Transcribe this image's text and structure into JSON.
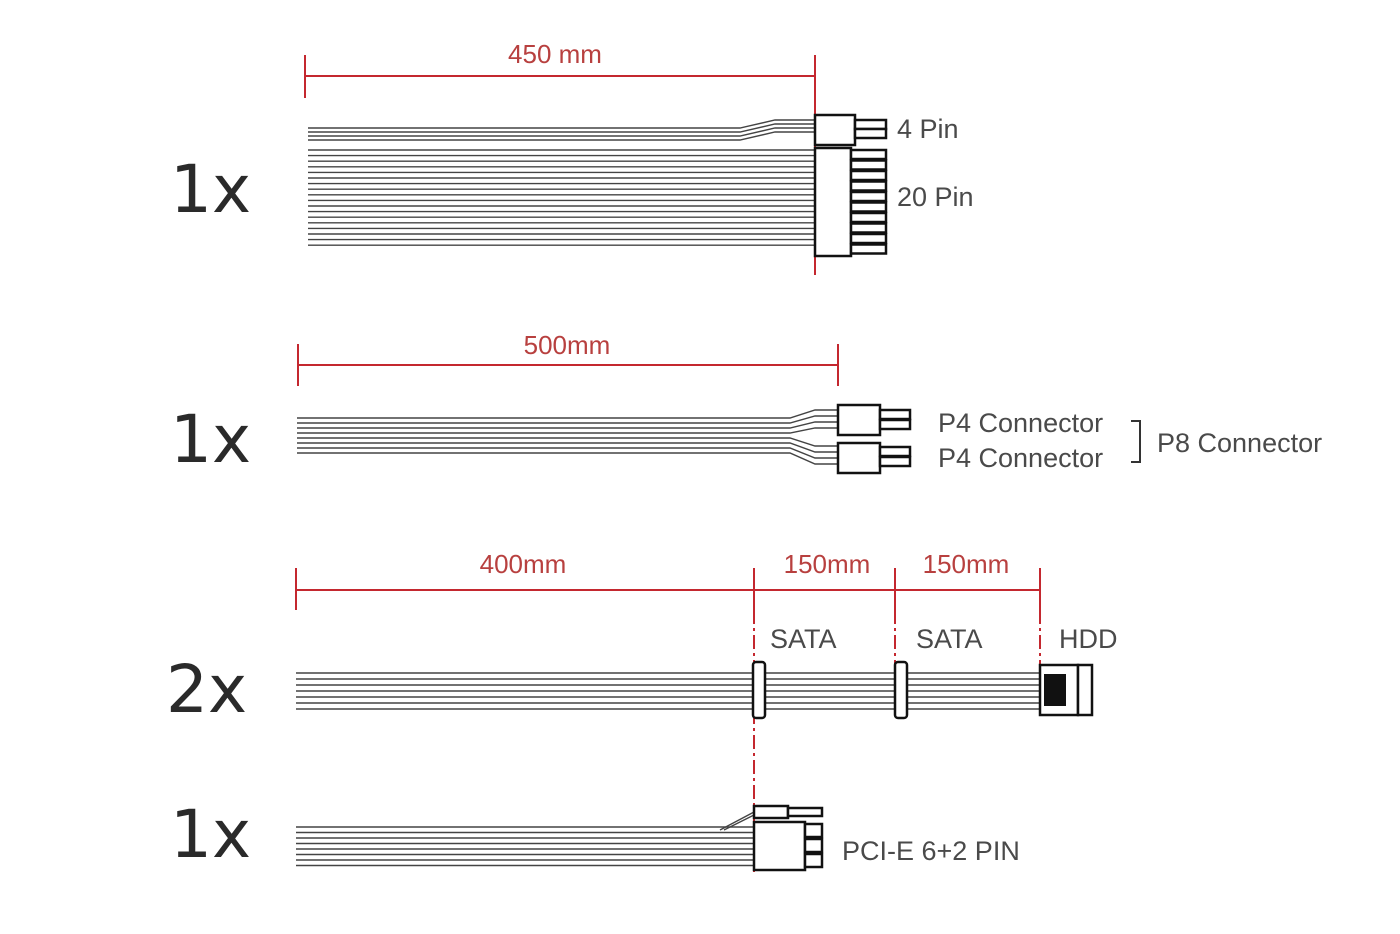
{
  "cables": [
    {
      "quantity": "1x",
      "dimensions": [
        "450 mm"
      ],
      "labels": [
        "4 Pin",
        "20 Pin"
      ]
    },
    {
      "quantity": "1x",
      "dimensions": [
        "500mm"
      ],
      "labels": [
        "P4 Connector",
        "P4 Connector",
        "P8 Connector"
      ]
    },
    {
      "quantity": "2x",
      "dimensions": [
        "400mm",
        "150mm",
        "150mm"
      ],
      "labels": [
        "SATA",
        "SATA",
        "HDD"
      ]
    },
    {
      "quantity": "1x",
      "dimensions": [],
      "labels": [
        "PCI-E 6+2 PIN"
      ]
    }
  ],
  "colors": {
    "dimension": "#c4282f",
    "dimension_text": "#b8403f",
    "text": "#4a4a4a"
  }
}
